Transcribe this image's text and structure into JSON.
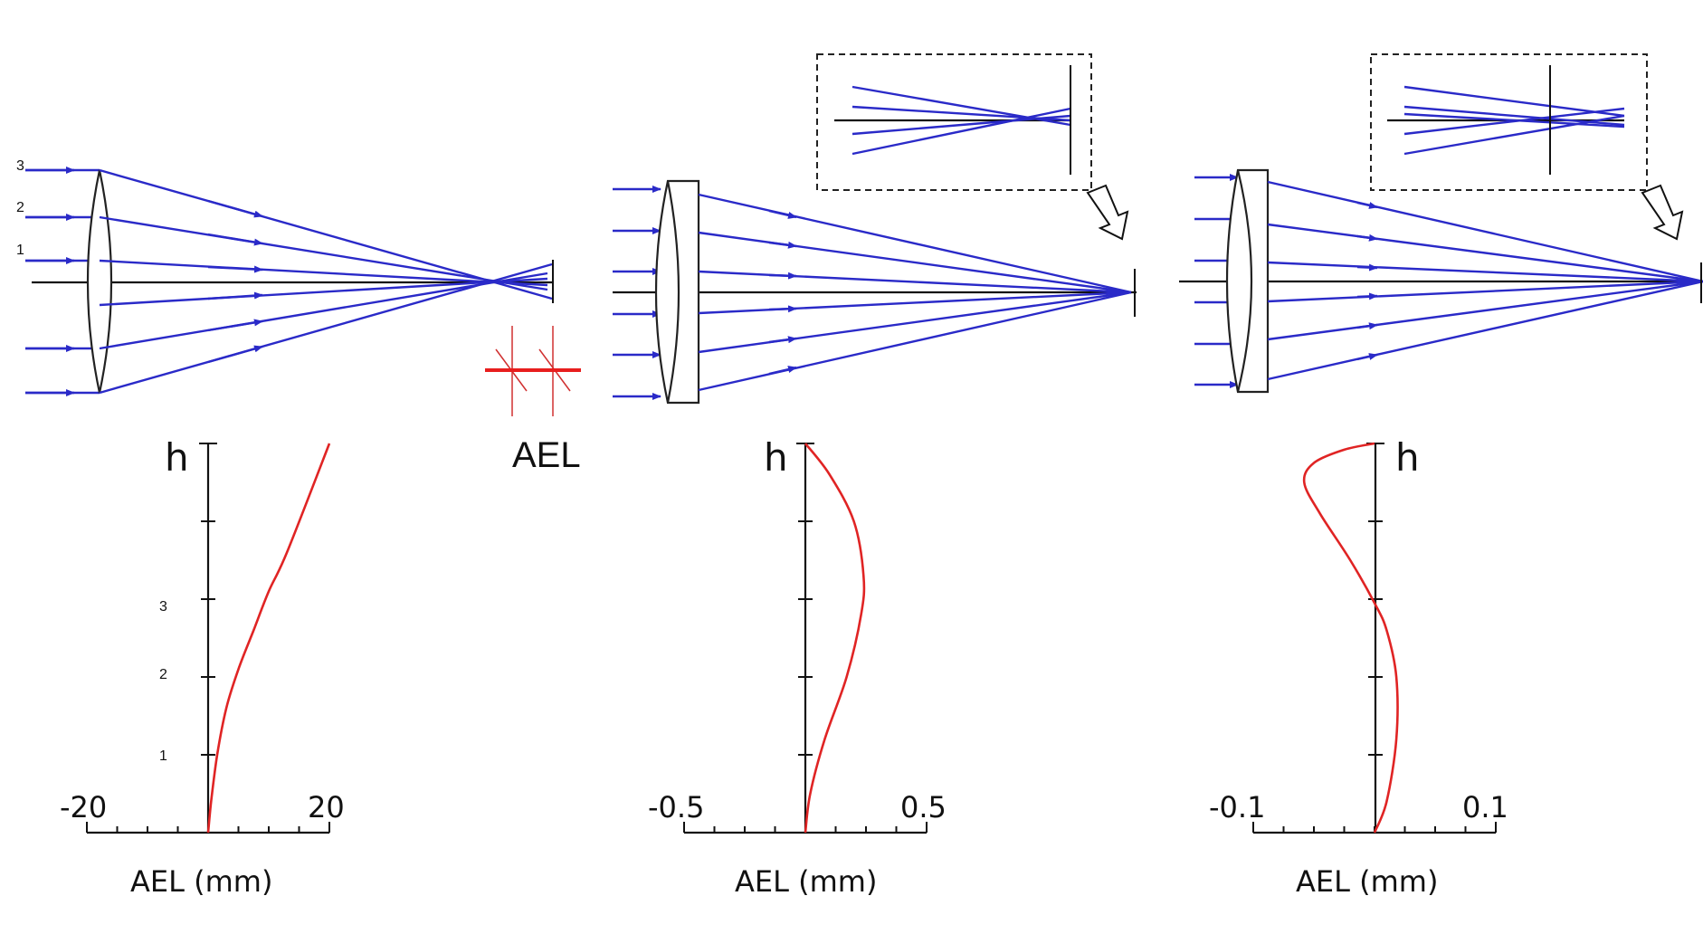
{
  "ray_labels": [
    "3",
    "2",
    "1"
  ],
  "ael_marker_label": "AEL",
  "colors": {
    "rays": "#2a2ac8",
    "curve": "#e02424",
    "axis": "#111111"
  },
  "chart_data": [
    {
      "type": "line",
      "ylabel": "h",
      "xlabel": "AEL (mm)",
      "xlim": [
        -20,
        20
      ],
      "tick_labels": [
        "-20",
        "20"
      ],
      "height_labels": [
        "3",
        "2",
        "1"
      ],
      "series": [
        {
          "x": [
            0,
            0.5,
            1.5,
            3,
            5,
            7.5,
            10,
            13,
            20
          ],
          "y": [
            0,
            0.4,
            1.0,
            1.6,
            2.1,
            2.6,
            3.1,
            3.6,
            5
          ]
        }
      ]
    },
    {
      "type": "line",
      "ylabel": "h",
      "xlabel": "AEL (mm)",
      "xlim": [
        -0.5,
        0.5
      ],
      "tick_labels": [
        "-0.5",
        "0.5"
      ],
      "series": [
        {
          "x": [
            0,
            0.02,
            0.08,
            0.17,
            0.23,
            0.24,
            0.2,
            0.1,
            0
          ],
          "y": [
            0,
            0.5,
            1.2,
            2.0,
            2.8,
            3.3,
            4.0,
            4.6,
            5
          ]
        }
      ]
    },
    {
      "type": "line",
      "ylabel": "h",
      "xlabel": "AEL (mm)",
      "xlim": [
        -0.1,
        0.1
      ],
      "tick_labels": [
        "-0.1",
        "0.1"
      ],
      "series": [
        {
          "x": [
            0,
            0.01,
            0.018,
            0.018,
            0.01,
            0,
            -0.02,
            -0.045,
            -0.058,
            -0.05,
            -0.025,
            0
          ],
          "y": [
            0,
            0.4,
            1.2,
            2.0,
            2.6,
            2.95,
            3.5,
            4.1,
            4.5,
            4.75,
            4.92,
            5
          ]
        }
      ]
    }
  ]
}
